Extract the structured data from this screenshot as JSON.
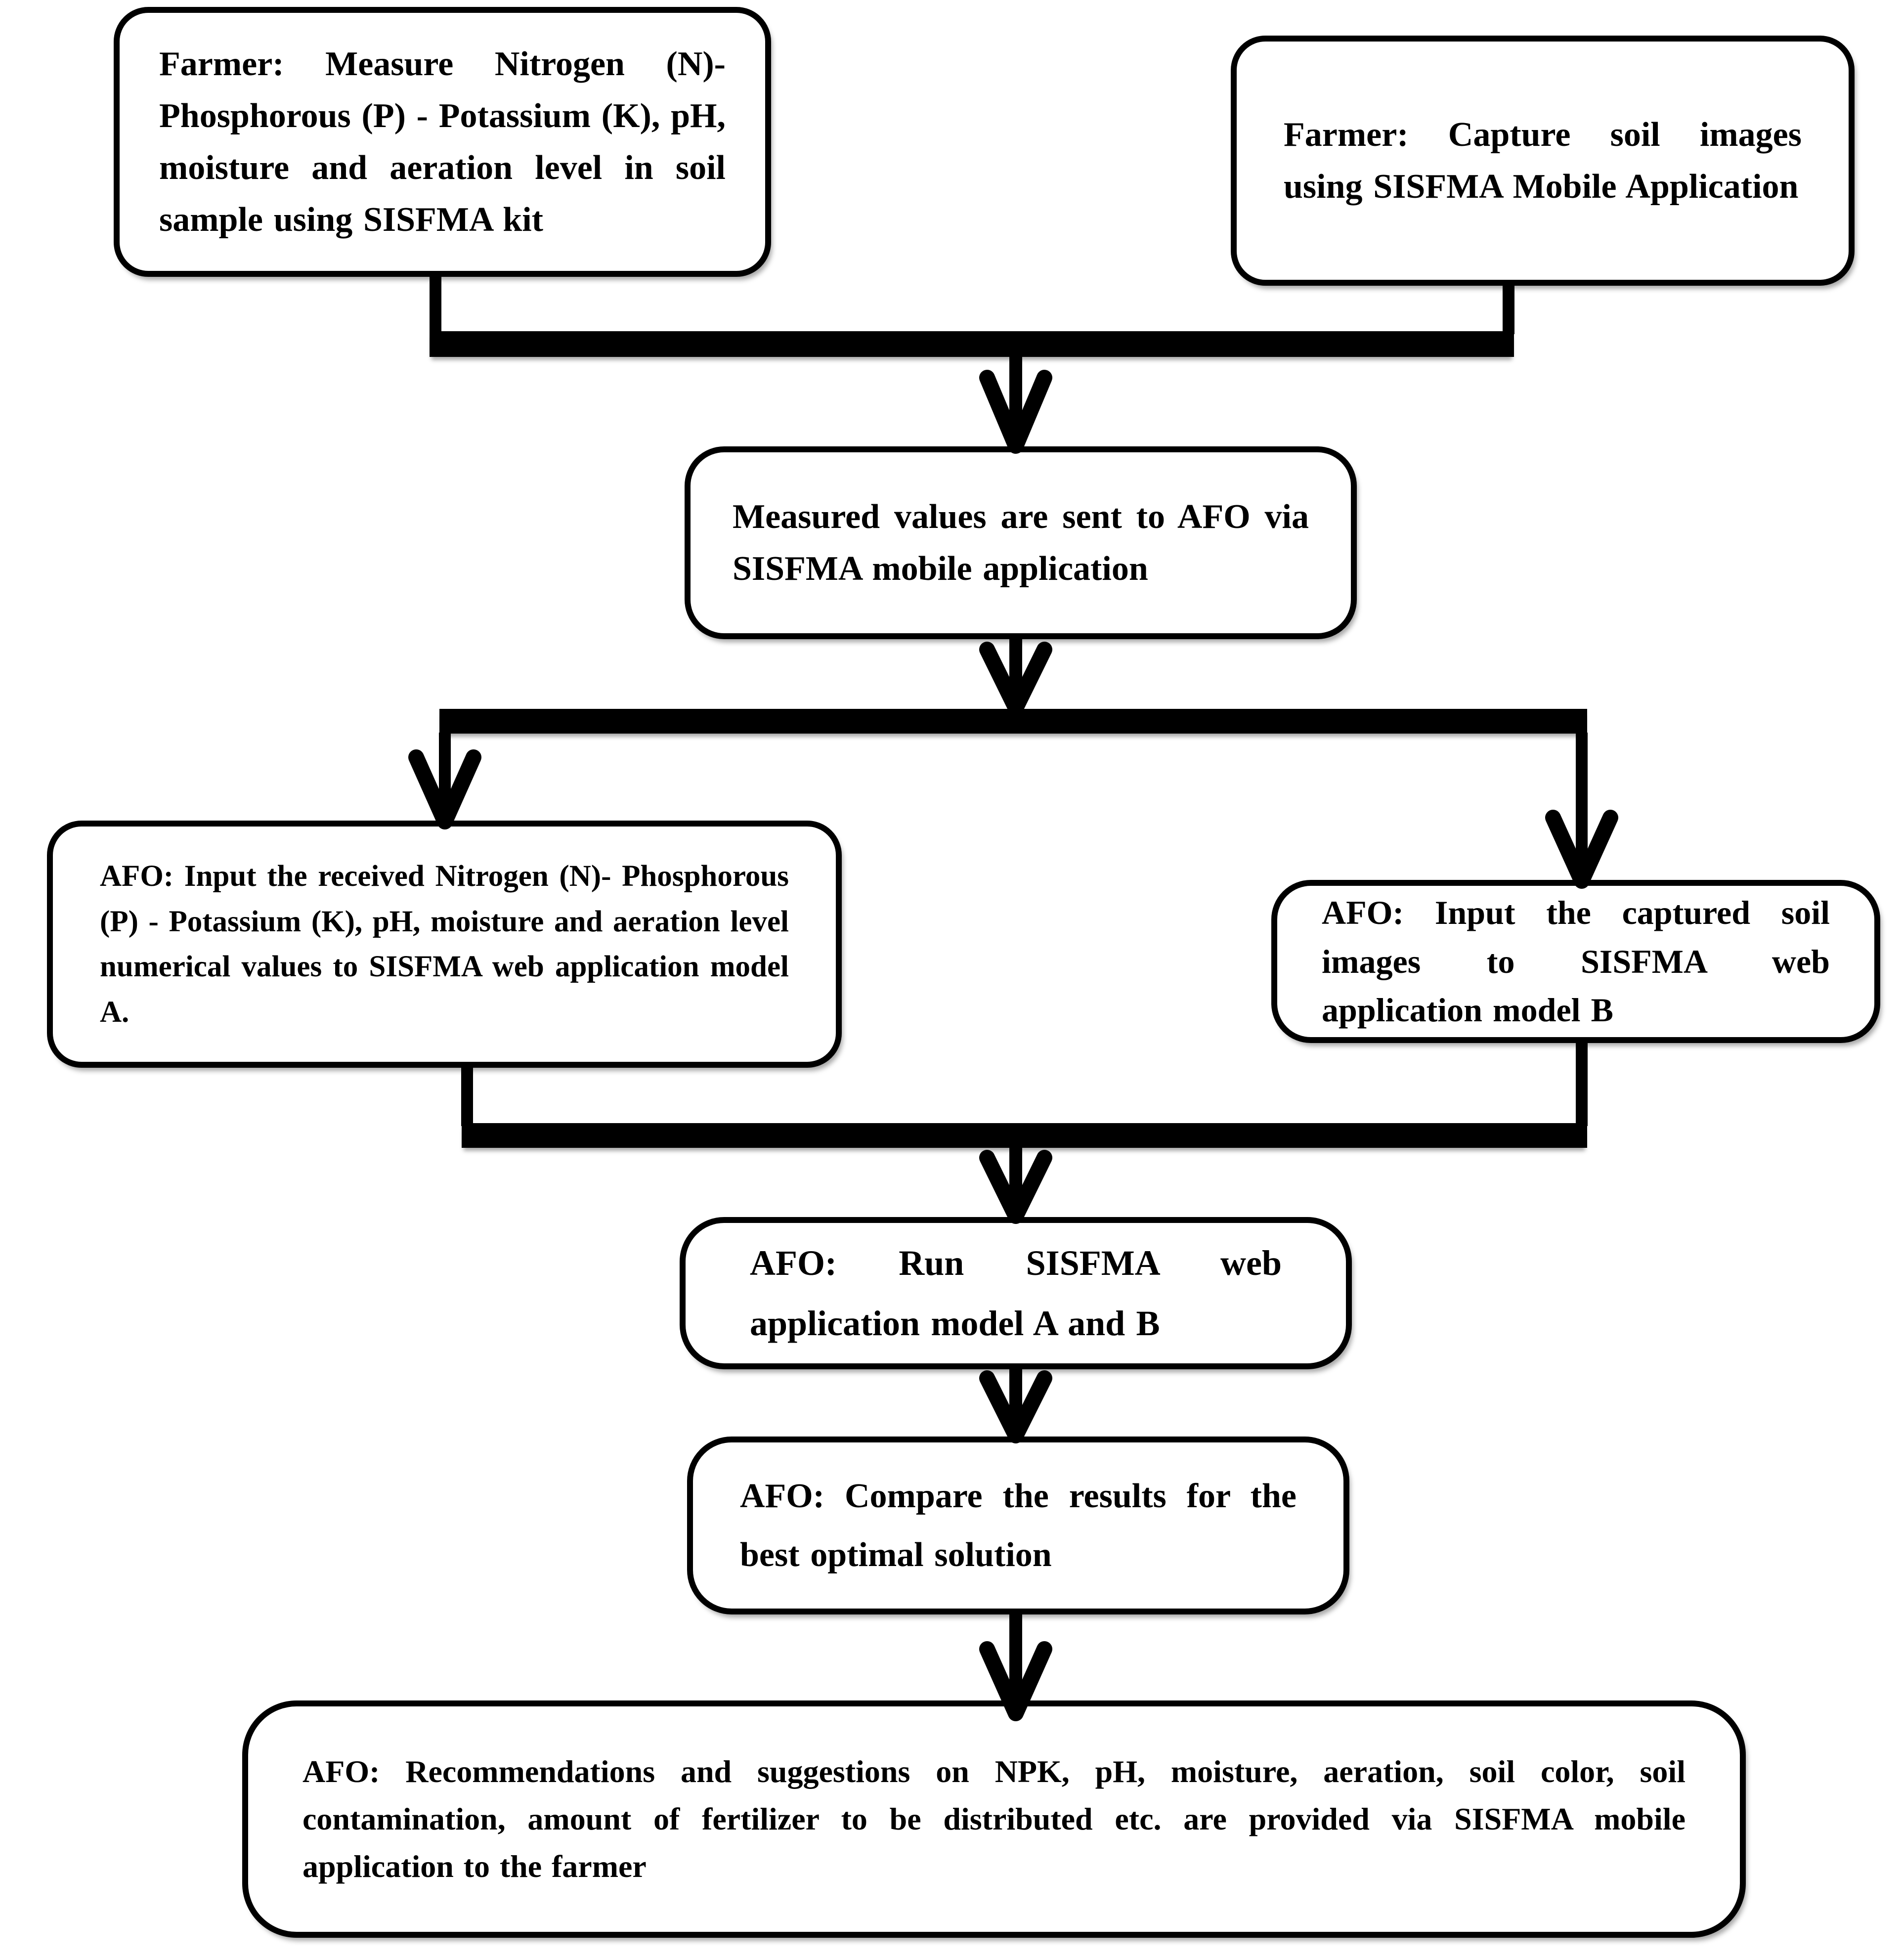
{
  "diagram": {
    "type": "flowchart",
    "background_color": "#ffffff",
    "line_color": "#000000",
    "text_color": "#000000"
  },
  "nodes": [
    {
      "id": "farmer-measure-kit",
      "text": "Farmer: Measure Nitrogen (N)- Phosphorous (P) - Potassium (K), pH, moisture and aeration level in soil sample using SISFMA kit"
    },
    {
      "id": "farmer-capture-images",
      "text": "Farmer: Capture soil images using SISFMA Mobile Application"
    },
    {
      "id": "send-values-afo",
      "text": "Measured values are sent to AFO via SISFMA mobile application"
    },
    {
      "id": "afo-input-values-model-a",
      "text": "AFO: Input the received Nitrogen (N)- Phosphorous (P) - Potassium (K), pH, moisture and aeration level numerical values to SISFMA web application model A."
    },
    {
      "id": "afo-input-images-model-b",
      "text": "AFO: Input the captured soil images to SISFMA web application model B"
    },
    {
      "id": "afo-run-models",
      "text": "AFO: Run SISFMA web application model A and B"
    },
    {
      "id": "afo-compare-results",
      "text": "AFO: Compare the results for the best optimal solution"
    },
    {
      "id": "afo-recommendations",
      "text": "AFO: Recommendations and suggestions on NPK, pH, moisture, aeration, soil color, soil contamination, amount of fertilizer to be distributed etc. are provided via SISFMA mobile application to the farmer"
    }
  ]
}
